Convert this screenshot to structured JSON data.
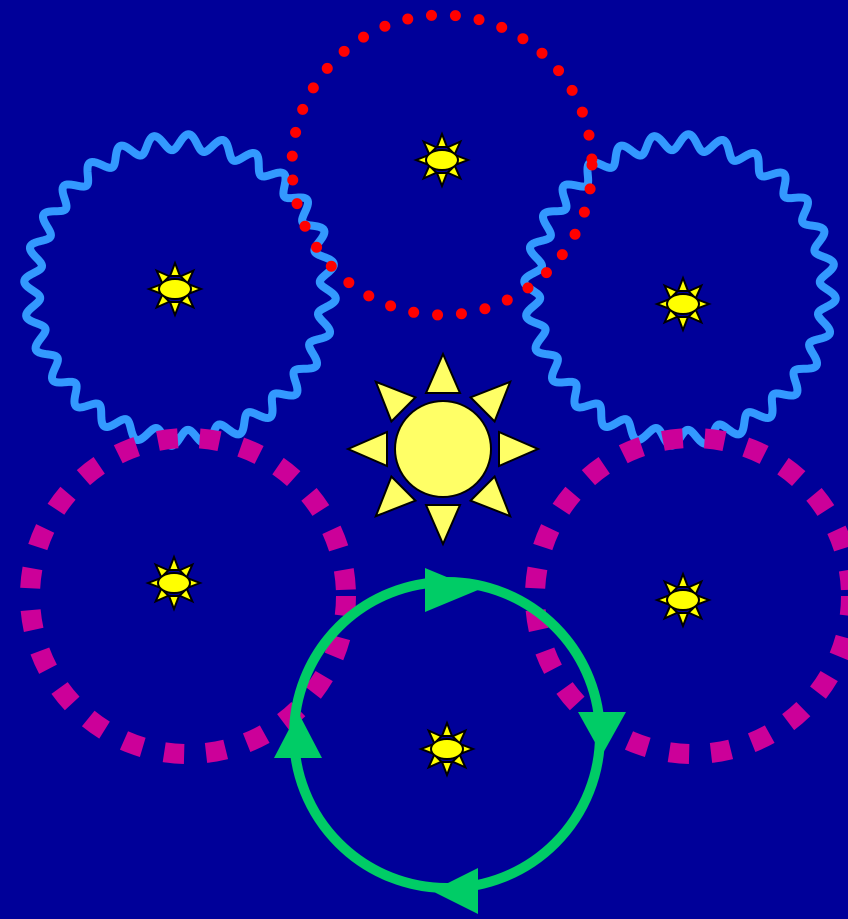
{
  "colors": {
    "background": "#000099",
    "sun_fill": "#FFFF66",
    "star_fill": "#FFFF00",
    "outline": "#000000",
    "dotted_circle": "#FF0000",
    "wavy_circle": "#3399FF",
    "dashed_circle": "#CC0099",
    "cycle_circle": "#00CC66"
  },
  "elements": {
    "center_sun": {
      "icon": "sun-icon"
    },
    "circles": [
      {
        "id": "top",
        "style": "red-dotted",
        "icon": "small-sun-icon"
      },
      {
        "id": "upper-left",
        "style": "blue-wavy",
        "icon": "small-sun-icon"
      },
      {
        "id": "upper-right",
        "style": "blue-wavy",
        "icon": "small-sun-icon"
      },
      {
        "id": "lower-left",
        "style": "magenta-dashed",
        "icon": "small-sun-icon"
      },
      {
        "id": "lower-right",
        "style": "magenta-dashed",
        "icon": "small-sun-icon"
      },
      {
        "id": "bottom",
        "style": "green-arrow-cycle",
        "icon": "small-sun-icon"
      }
    ]
  }
}
